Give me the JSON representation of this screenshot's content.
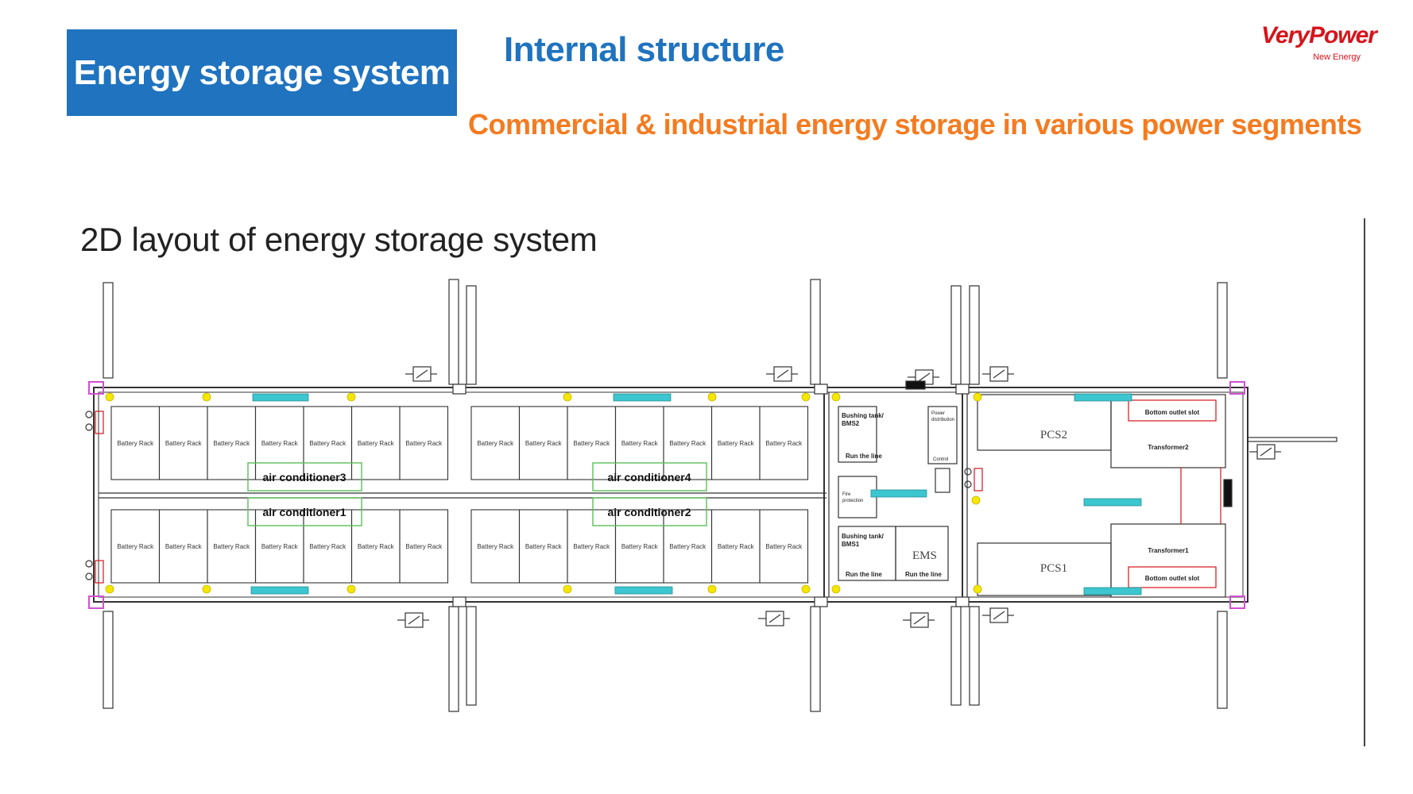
{
  "header": {
    "badge": "Energy storage system",
    "title": "Internal structure",
    "subtitle": "Commercial & industrial energy storage in various power segments",
    "logo_main": "VeryPower",
    "logo_sub": "New Energy"
  },
  "section_heading": "2D layout of energy storage system",
  "colors": {
    "brand_blue": "#1f73bf",
    "accent_orange": "#f47b20",
    "logo_red": "#d6141b",
    "conditioner_green": "#5cbf5c",
    "cyan_bar": "#3cc6cf",
    "marker_yellow": "#f5e600",
    "corner_magenta": "#d24fd2"
  },
  "diagram": {
    "rack_label": "Battery Rack",
    "air_conditioners": [
      "air conditioner3",
      "air conditioner4",
      "air conditioner1",
      "air conditioner2"
    ],
    "bushing_tank_bms2": [
      "Bushing tank/",
      "BMS2"
    ],
    "bushing_tank_bms1": [
      "Bushing tank/",
      "BMS1"
    ],
    "run_the_line": "Run the line",
    "power_distribution": [
      "Power",
      "distribution"
    ],
    "control": "Control",
    "fire_protection": [
      "Fire",
      "protection"
    ],
    "ems": "EMS",
    "pcs1": "PCS1",
    "pcs2": "PCS2",
    "transformer1": "Transformer1",
    "transformer2": "Transformer2",
    "bottom_outlet_slot": "Bottom outlet slot"
  }
}
